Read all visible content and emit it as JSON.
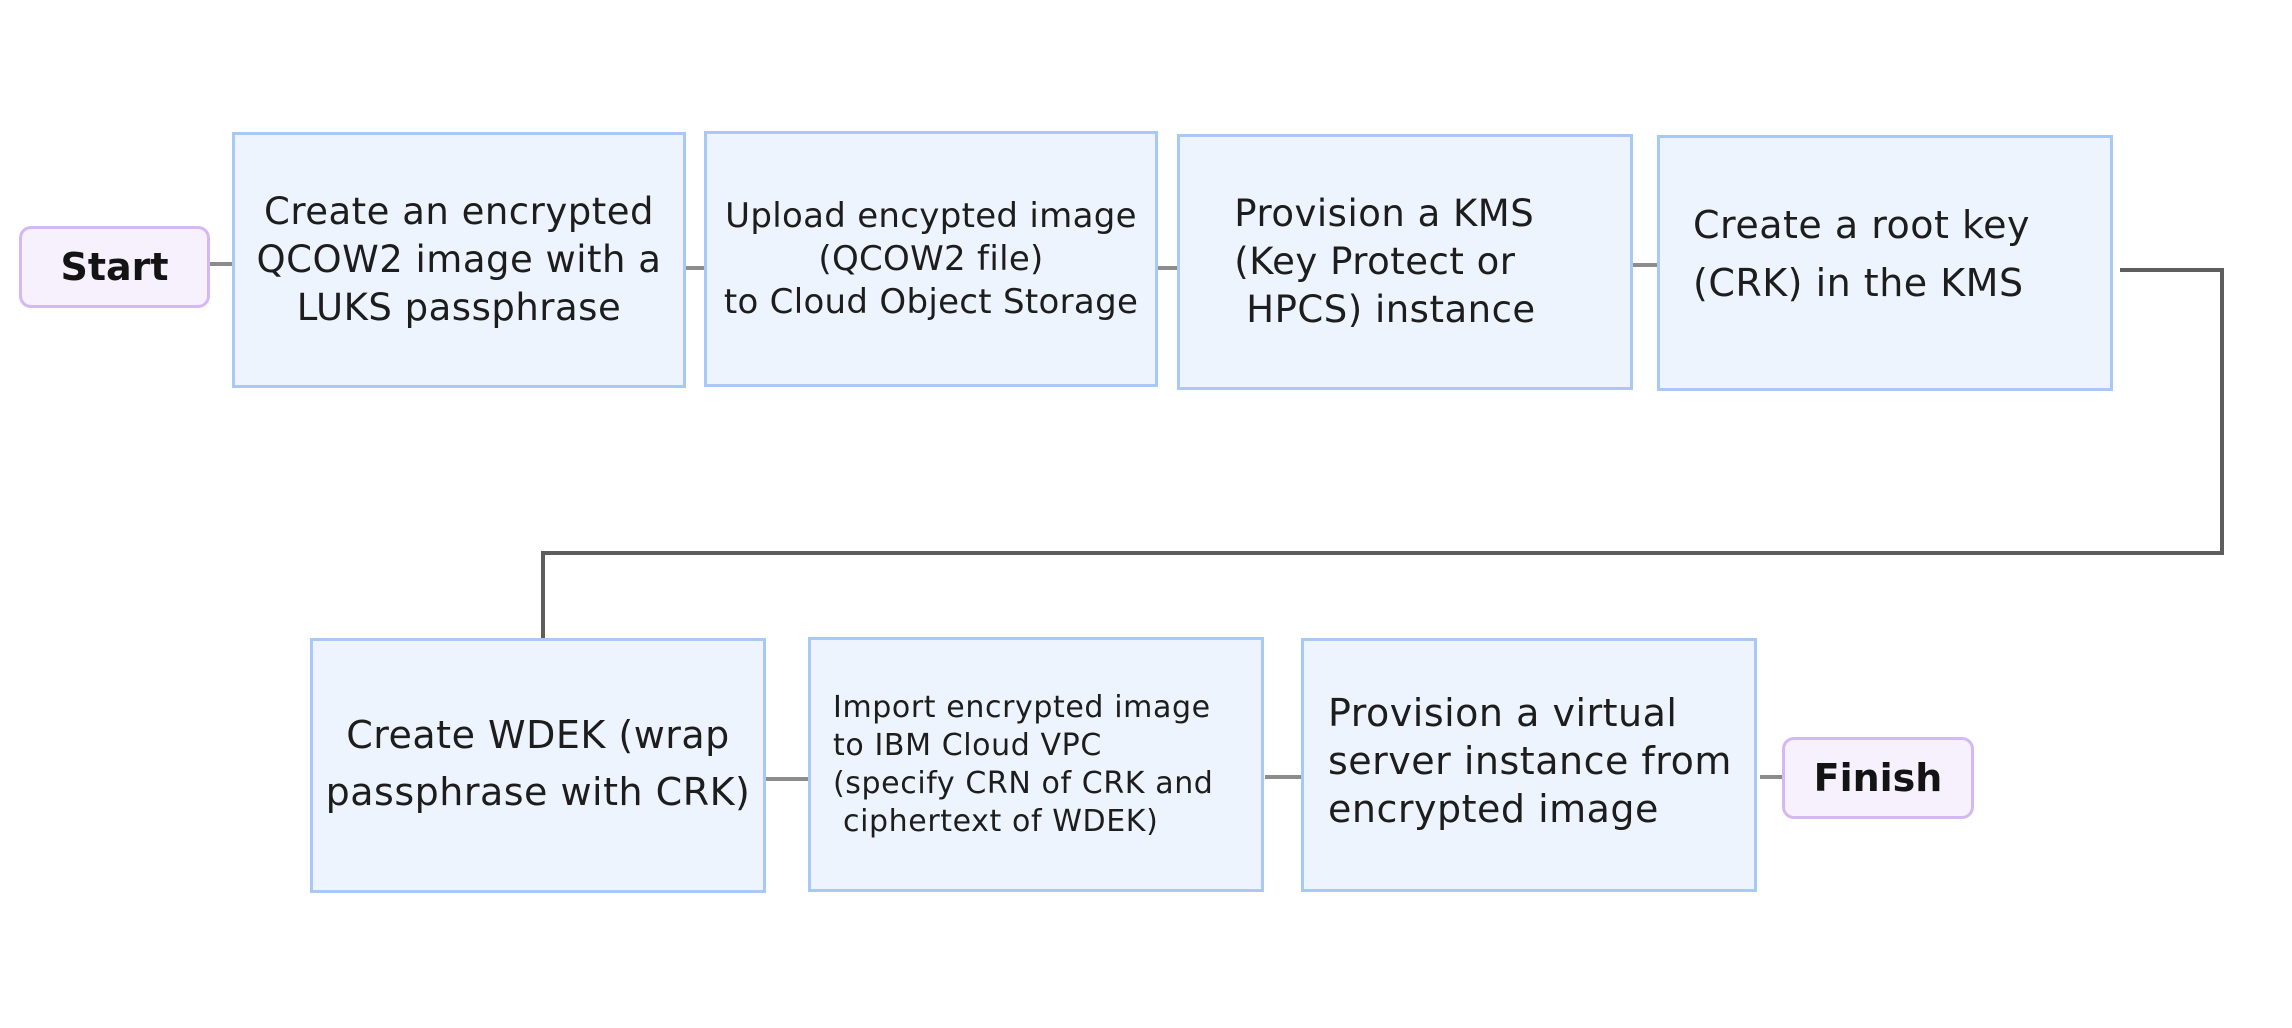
{
  "flowchart": {
    "start_label": "Start",
    "finish_label": "Finish",
    "steps": [
      {
        "lines": [
          "Create an encrypted",
          "QCOW2 image with a",
          "LUKS passphrase"
        ]
      },
      {
        "lines": [
          "Upload encypted image",
          "(QCOW2 file)",
          "to Cloud Object Storage"
        ]
      },
      {
        "lines": [
          "Provision a KMS",
          "(Key Protect or",
          "HPCS) instance"
        ]
      },
      {
        "lines": [
          "Create a root key",
          "(CRK) in the KMS"
        ]
      },
      {
        "lines": [
          "Create WDEK (wrap",
          "passphrase with CRK)"
        ]
      },
      {
        "lines": [
          "Import encrypted image",
          "to IBM Cloud VPC",
          "(specify CRN of CRK and",
          "ciphertext of WDEK)"
        ]
      },
      {
        "lines": [
          "Provision a virtual",
          "server instance from",
          "encrypted image"
        ]
      }
    ]
  },
  "colors": {
    "step_fill": "#edf4fd",
    "step_border": "#a8c8f5",
    "terminal_fill": "#f6f1fd",
    "terminal_border": "#d4b8f4",
    "connector": "#8c8c8c",
    "connector_long": "#5e5e5e"
  }
}
